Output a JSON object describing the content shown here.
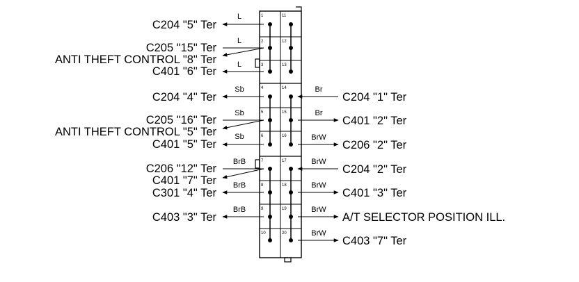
{
  "left": [
    {
      "text": "C204 \"5\" Ter",
      "wire": "L"
    },
    {
      "text": "C205 \"15\" Ter",
      "wire": "L"
    },
    {
      "text": "ANTI THEFT CONTROL \"8\" Ter",
      "wire": ""
    },
    {
      "text": "C401 \"6\" Ter",
      "wire": "L"
    },
    {
      "text": "C204 \"4\" Ter",
      "wire": "Sb"
    },
    {
      "text": "C205 \"16\" Ter",
      "wire": "Sb"
    },
    {
      "text": "ANTI THEFT CONTROL \"5\" Ter",
      "wire": ""
    },
    {
      "text": "C401 \"5\" Ter",
      "wire": "Sb"
    },
    {
      "text": "C206 \"12\" Ter",
      "wire": "BrB"
    },
    {
      "text": "C401 \"7\" Ter",
      "wire": ""
    },
    {
      "text": "C301 \"4\" Ter",
      "wire": "BrB"
    },
    {
      "text": "C403 \"3\" Ter",
      "wire": "BrB"
    }
  ],
  "right": [
    {
      "text": "C204 \"1\" Ter",
      "wire": "Br"
    },
    {
      "text": "C401 \"2\" Ter",
      "wire": "Br"
    },
    {
      "text": "C206 \"2\" Ter",
      "wire": "BrW"
    },
    {
      "text": "C204 \"2\" Ter",
      "wire": "BrW"
    },
    {
      "text": "C401 \"3\" Ter",
      "wire": "BrW"
    },
    {
      "text": "A/T SELECTOR POSITION ILL.",
      "wire": "BrW"
    },
    {
      "text": "C403 \"7\" Ter",
      "wire": "BrW"
    }
  ],
  "pins_left": [
    "1",
    "2",
    "3",
    "4",
    "5",
    "6",
    "7",
    "8",
    "9",
    "10"
  ],
  "pins_right": [
    "11",
    "12",
    "13",
    "14",
    "15",
    "16",
    "17",
    "18",
    "19",
    "20"
  ]
}
